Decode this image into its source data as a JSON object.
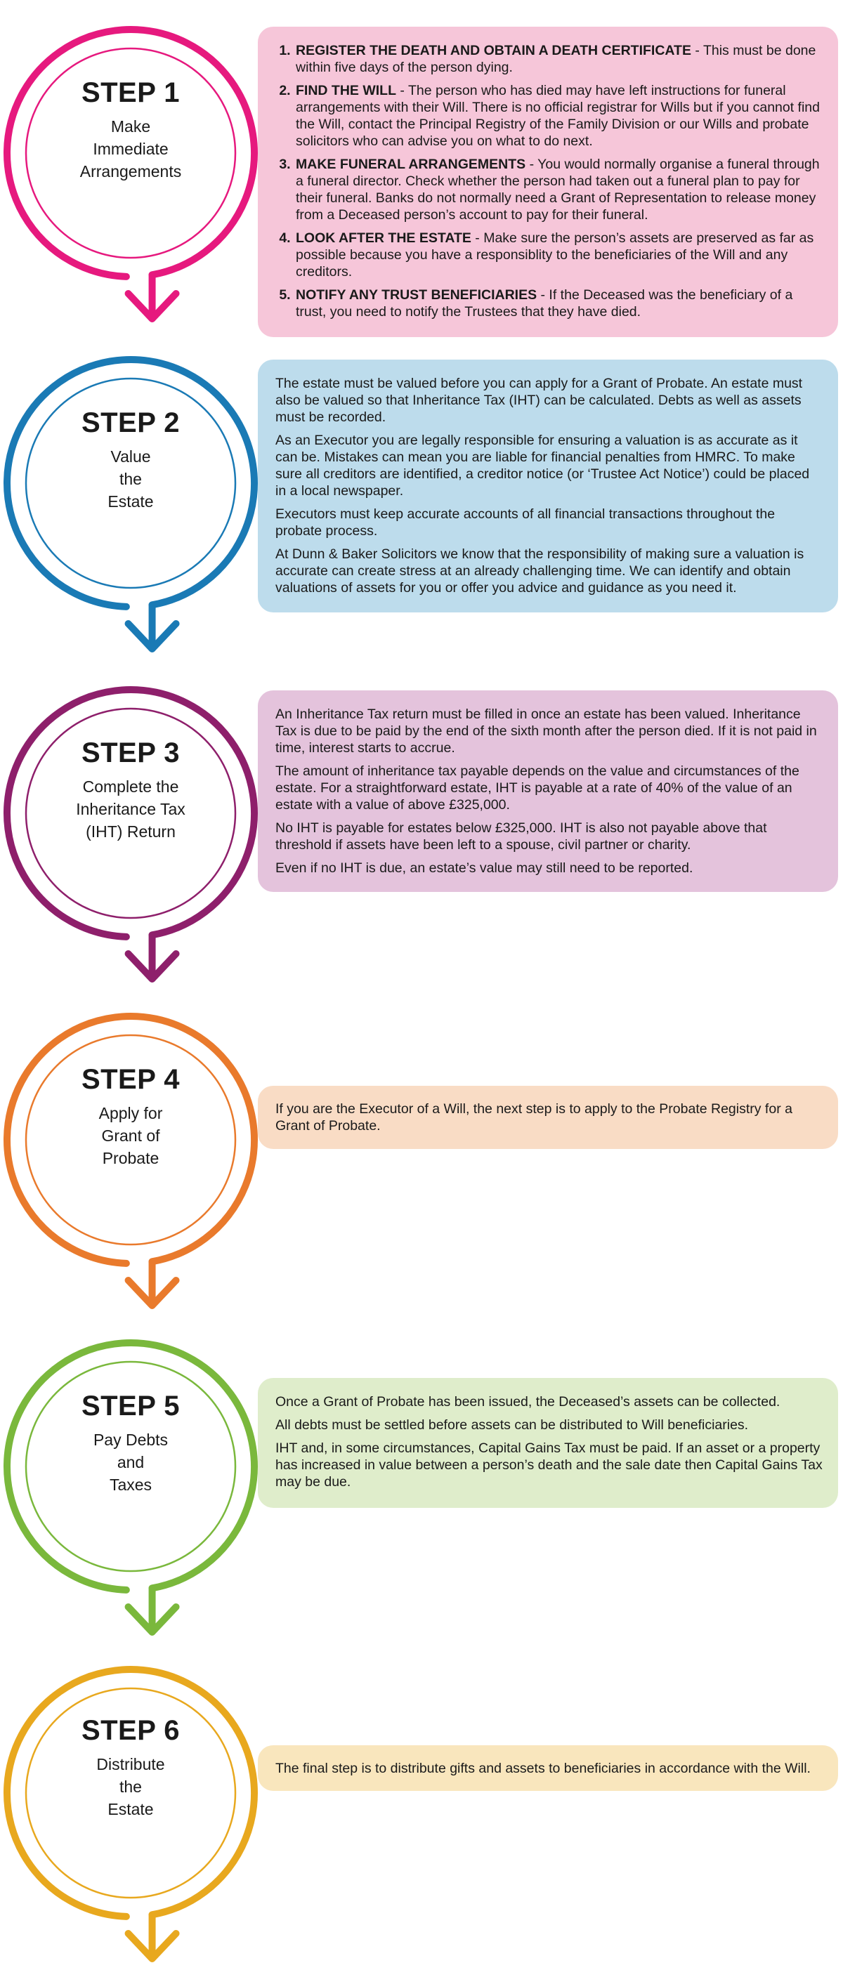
{
  "steps": [
    {
      "title": "STEP 1",
      "subtitle": "Make\nImmediate\nArrangements",
      "color": "#e6197e",
      "fill": "#f6c6d9",
      "items": [
        {
          "head": "REGISTER THE DEATH AND OBTAIN A DEATH CERTIFICATE",
          "text": " - This must be done within five days of the person dying."
        },
        {
          "head": "FIND THE WILL",
          "text": " - The person who has died may have left instructions for funeral arrangements with their Will. There is no official registrar for Wills but if you cannot find the Will, contact the Principal Registry of the Family Division or our Wills and probate solicitors who can advise you on what to do next."
        },
        {
          "head": "MAKE FUNERAL ARRANGEMENTS",
          "text": " - You would normally organise a funeral through a funeral director. Check whether the person had taken out a funeral plan to pay for their funeral. Banks do not normally need a Grant of Representation to release money from a Deceased person’s account to pay for their funeral."
        },
        {
          "head": "LOOK AFTER THE ESTATE",
          "text": " - Make sure the person’s assets are preserved as far as possible because you have a responsiblity to the beneficiaries of the Will and any creditors."
        },
        {
          "head": "NOTIFY ANY TRUST BENEFICIARIES",
          "text": " - If the Deceased was the beneficiary of a trust, you need to notify the Trustees that they have died."
        }
      ]
    },
    {
      "title": "STEP 2",
      "subtitle": "Value\nthe\nEstate",
      "color": "#1a7ab5",
      "fill": "#bddcec",
      "paragraphs": [
        "The estate must be valued before you can apply for a Grant of Probate. An estate must also be valued so that Inheritance Tax (IHT) can be calculated. Debts as well as assets must be recorded.",
        "As an Executor you are legally responsible for ensuring a valuation is as accurate as it can be. Mistakes can mean you are liable for financial penalties from HMRC. To make sure all creditors are identified, a creditor notice (or ‘Trustee Act Notice’) could be placed in a local newspaper.",
        "Executors must keep accurate accounts of all financial transactions throughout the probate process.",
        "At Dunn & Baker Solicitors we know that the responsibility of making sure a valuation is accurate can create stress at an already challenging time. We can identify and obtain valuations of assets for you or offer you advice and guidance as you need it."
      ]
    },
    {
      "title": "STEP 3",
      "subtitle": "Complete the\nInheritance Tax\n(IHT) Return",
      "color": "#8e1f6b",
      "fill": "#e4c3dc",
      "paragraphs": [
        "An Inheritance Tax return must be filled in once an estate has been valued. Inheritance Tax is due to be paid by the end of the sixth month after the person died. If it is not paid in time, interest starts to accrue.",
        "The amount of inheritance tax payable depends on the value and circumstances of the estate. For a straightforward estate, IHT is payable at a rate of 40% of the value of an estate with a value of above £325,000.",
        "No IHT is payable for estates below £325,000. IHT is also not payable above that threshold if assets have been left to a spouse, civil partner or charity.",
        "Even if no IHT is due, an estate’s value may still need to be reported."
      ]
    },
    {
      "title": "STEP 4",
      "subtitle": "Apply for\nGrant of\nProbate",
      "color": "#e97a2c",
      "fill": "#f9dcc5",
      "paragraphs": [
        "If you are the Executor of a Will, the next step is to apply to the Probate Registry for a Grant of Probate."
      ]
    },
    {
      "title": "STEP 5",
      "subtitle": "Pay Debts\nand\nTaxes",
      "color": "#7ab83c",
      "fill": "#dfedcb",
      "paragraphs": [
        "Once a Grant of Probate has been issued, the Deceased’s assets can be collected.",
        "All debts must be settled before assets can be distributed to Will beneficiaries.",
        "IHT and, in some circumstances, Capital Gains Tax must be paid. If an asset or a property has increased in value between a person’s death and the sale date then Capital Gains Tax may be due."
      ]
    },
    {
      "title": "STEP 6",
      "subtitle": "Distribute\nthe\nEstate",
      "color": "#e8a81e",
      "fill": "#f9e6bd",
      "paragraphs": [
        "The final step is to distribute gifts and assets to beneficiaries in accordance with the Will."
      ]
    }
  ]
}
